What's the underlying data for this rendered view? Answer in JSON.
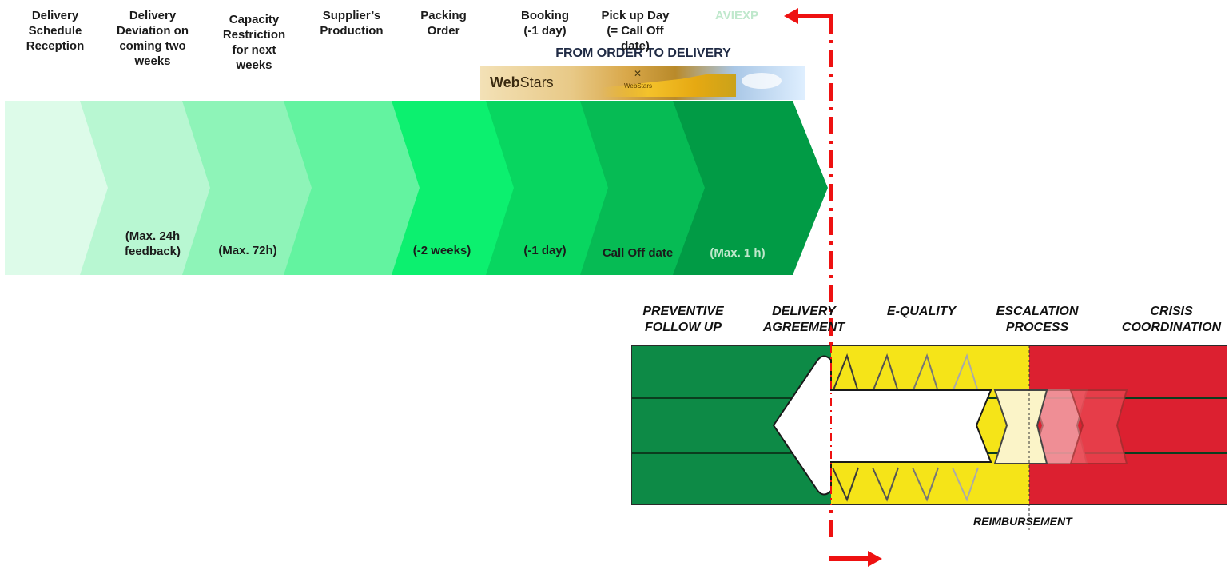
{
  "title": "FROM ORDER TO DELIVERY",
  "banner": {
    "brand_bold": "Web",
    "brand_rest": "Stars",
    "truck_label": "WebStars"
  },
  "process_steps": [
    {
      "label": "Delivery Schedule Reception",
      "lines": [
        "Delivery",
        "Schedule",
        "Reception"
      ],
      "note": "",
      "color": "#ddfbe9"
    },
    {
      "label": "Delivery Deviation on coming two weeks",
      "lines": [
        "Delivery",
        "Deviation on",
        "coming two",
        "weeks"
      ],
      "note_lines": [
        "(Max. 24h",
        "feedback)"
      ],
      "color": "#b8f7d2"
    },
    {
      "label": "Capacity Restriction for next weeks",
      "lines": [
        "Capacity",
        "Restriction",
        "for next",
        "weeks"
      ],
      "note_lines": [
        "(Max. 72h)"
      ],
      "color": "#8ef4b8"
    },
    {
      "label": "Supplier's Production",
      "lines": [
        "Supplier’s",
        "Production"
      ],
      "note_lines": [
        ""
      ],
      "color": "#63f3a0"
    },
    {
      "label": "Packing Order",
      "lines": [
        "Packing",
        "Order"
      ],
      "note_lines": [
        "(-2 weeks)"
      ],
      "color": "#0cf06f"
    },
    {
      "label": "Booking (-1 day)",
      "lines": [
        "Booking",
        "(-1 day)"
      ],
      "note_lines": [
        "(-1 day)"
      ],
      "color": "#08d660"
    },
    {
      "label": "Pick up Day (= Call Off date)",
      "lines": [
        "Pick up Day",
        "(= Call Off",
        "date)"
      ],
      "note_lines": [
        "Call Off date"
      ],
      "color": "#06bb54"
    },
    {
      "label": "AVIEXP",
      "lines": [
        "AVIEXP"
      ],
      "note_lines": [
        "(Max. 1 h)"
      ],
      "color": "#019b45"
    }
  ],
  "stages": [
    {
      "lines": [
        "PREVENTIVE",
        "FOLLOW UP"
      ]
    },
    {
      "lines": [
        "DELIVERY",
        "AGREEMENT"
      ]
    },
    {
      "lines": [
        "E-QUALITY"
      ]
    },
    {
      "lines": [
        "ESCALATION",
        "PROCESS"
      ]
    },
    {
      "lines": [
        "CRISIS",
        "COORDINATION"
      ]
    }
  ],
  "reimbursement_label": "REIMBURSEMENT",
  "colors": {
    "band_green": "#0d8a46",
    "band_yellow": "#f5e418",
    "band_red": "#dc2030",
    "red_marker": "#ee1111"
  }
}
